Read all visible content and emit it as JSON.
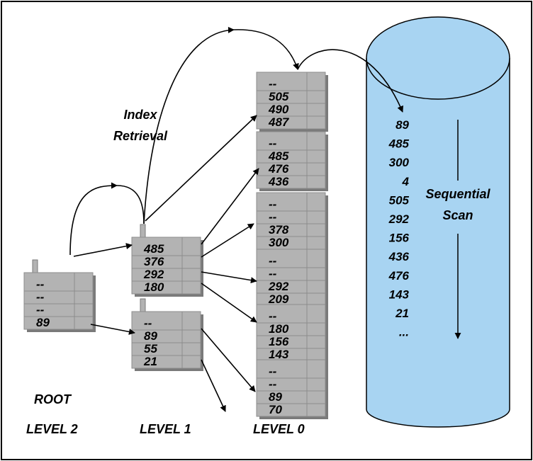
{
  "title_label": [
    "Index",
    "Retrieval"
  ],
  "scan_label": [
    "Sequential",
    "Scan"
  ],
  "level_labels": {
    "root": "ROOT",
    "level2": "LEVEL 2",
    "level1": "LEVEL 1",
    "level0": "LEVEL 0"
  },
  "root_node": {
    "values": [
      "--",
      "--",
      "--",
      "89"
    ]
  },
  "level1_nodes": [
    {
      "values": [
        "485",
        "376",
        "292",
        "180"
      ]
    },
    {
      "values": [
        "--",
        "89",
        "55",
        "21"
      ]
    }
  ],
  "level0_nodes": [
    {
      "values": [
        "--",
        "505",
        "490",
        "487"
      ]
    },
    {
      "values": [
        "--",
        "485",
        "476",
        "436"
      ]
    },
    {
      "values": [
        "--",
        "--",
        "378",
        "300"
      ]
    },
    {
      "values": [
        "--",
        "--",
        "292",
        "209"
      ]
    },
    {
      "values": [
        "--",
        "180",
        "156",
        "143"
      ]
    },
    {
      "values": [
        "--",
        "--",
        "89",
        "70"
      ]
    }
  ],
  "cylinder_values": [
    "89",
    "485",
    "300",
    "4",
    "505",
    "292",
    "156",
    "436",
    "476",
    "143",
    "21",
    "..."
  ],
  "colors": {
    "node_fill": "#b3b3b3",
    "node_shadow": "#7a7a7a",
    "node_lines": "#8c8c8c",
    "cylinder_fill": "#a8d4f2",
    "outline": "#000000"
  }
}
